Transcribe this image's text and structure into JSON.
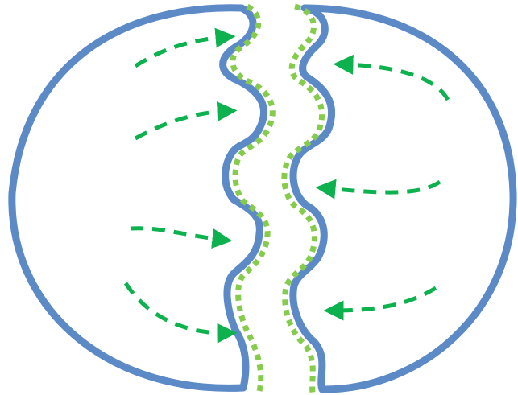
{
  "colors": {
    "outline": "#5b8ac7",
    "membrane": "#86cc4c",
    "arrow": "#0db24f",
    "background": "#ffffff"
  },
  "diagram": {
    "left_half": {
      "arrows": 4,
      "arrow_direction": "toward-center"
    },
    "right_half": {
      "arrows": 4,
      "arrow_direction": "toward-center"
    }
  }
}
